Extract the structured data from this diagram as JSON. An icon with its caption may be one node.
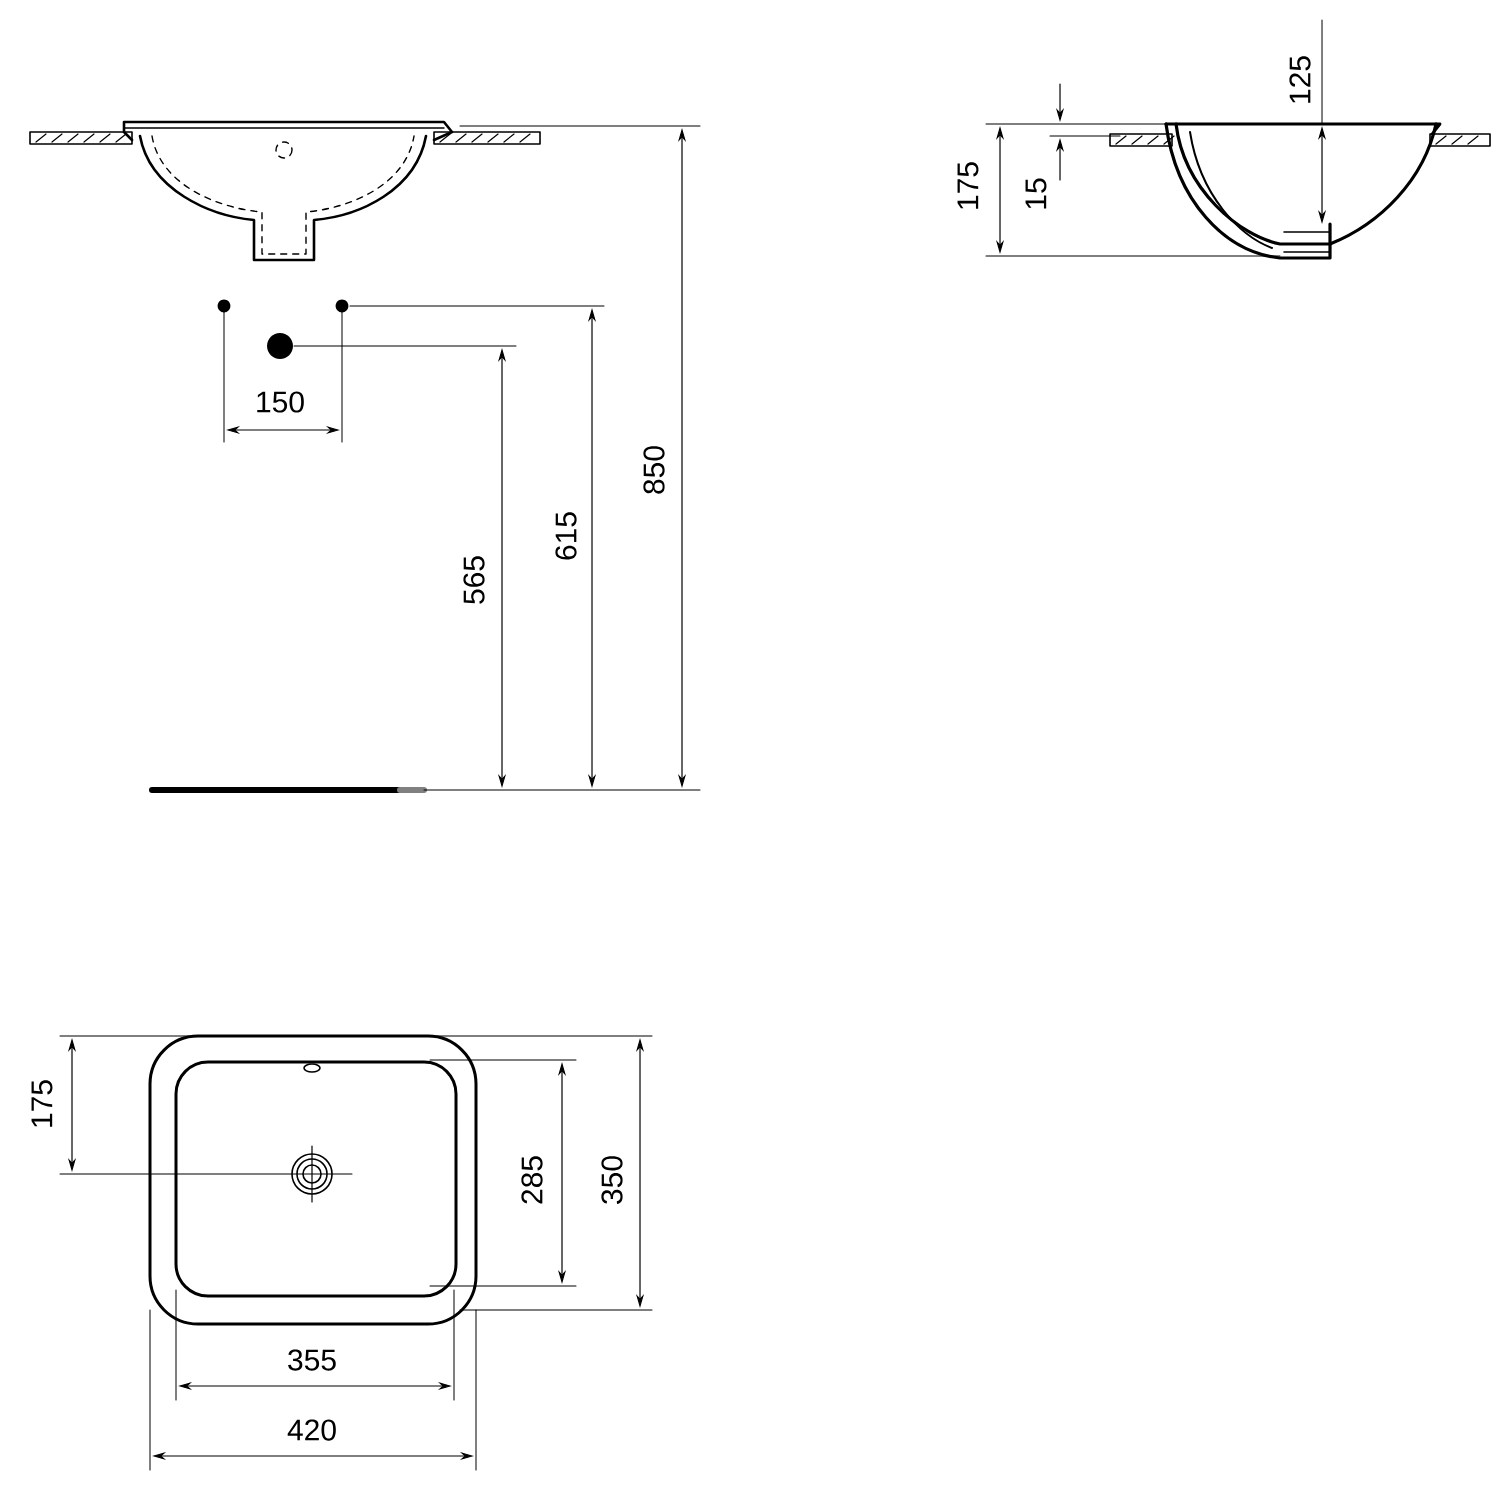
{
  "diagram": {
    "labels": [
      "125",
      "175",
      "15",
      "150",
      "565",
      "615",
      "850",
      "175",
      "285",
      "350",
      "355",
      "420"
    ]
  }
}
